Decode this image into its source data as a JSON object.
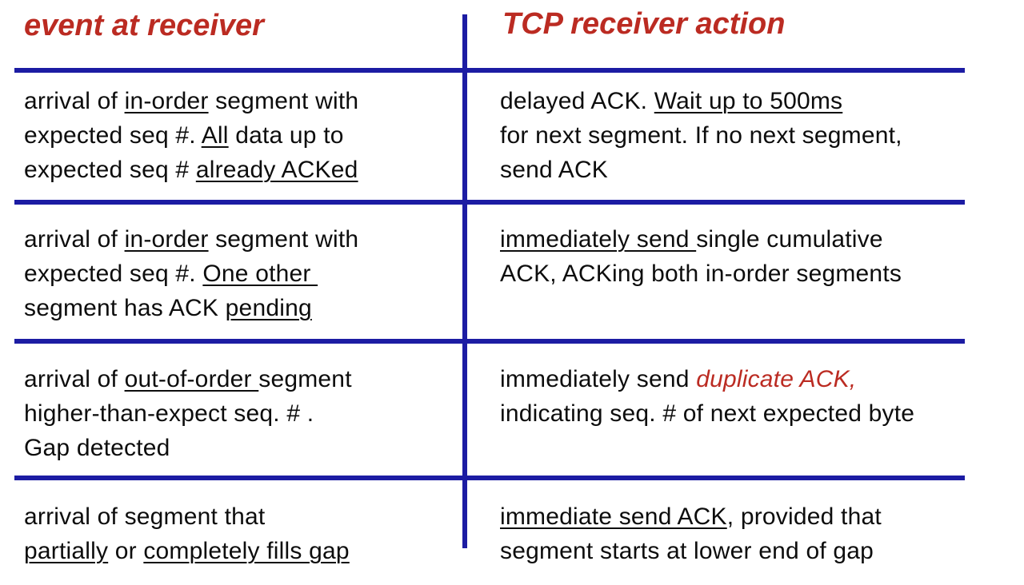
{
  "colors": {
    "accent_red": "#bb2b22",
    "line_blue": "#1c1ca3",
    "text_black": "#0d0d0d"
  },
  "headers": {
    "left": "event at receiver",
    "right": "TCP receiver action"
  },
  "rows": [
    {
      "event_lines": [
        [
          {
            "t": "arrival of "
          },
          {
            "t": "in-order",
            "s": "u"
          },
          {
            "t": " segment with"
          }
        ],
        [
          {
            "t": "expected seq #. "
          },
          {
            "t": "All",
            "s": "u"
          },
          {
            "t": " data up to"
          }
        ],
        [
          {
            "t": "expected seq # "
          },
          {
            "t": "already ACKed",
            "s": "u"
          }
        ]
      ],
      "action_lines": [
        [
          {
            "t": "delayed ACK. "
          },
          {
            "t": "Wait up to 500ms",
            "s": "u"
          }
        ],
        [
          {
            "t": "for next segment. If no next segment,"
          }
        ],
        [
          {
            "t": "send ACK"
          }
        ]
      ]
    },
    {
      "event_lines": [
        [
          {
            "t": "arrival of "
          },
          {
            "t": "in-order",
            "s": "u"
          },
          {
            "t": " segment with"
          }
        ],
        [
          {
            "t": "expected seq #. "
          },
          {
            "t": "One other ",
            "s": "u"
          }
        ],
        [
          {
            "t": "segment has ACK "
          },
          {
            "t": "pending",
            "s": "u"
          }
        ]
      ],
      "action_lines": [
        [
          {
            "t": "immediately send ",
            "s": "u"
          },
          {
            "t": "single cumulative"
          }
        ],
        [
          {
            "t": "ACK, ACKing both in-order segments"
          }
        ]
      ]
    },
    {
      "event_lines": [
        [
          {
            "t": "arrival of "
          },
          {
            "t": "out-of-order ",
            "s": "u"
          },
          {
            "t": "segment"
          }
        ],
        [
          {
            "t": "higher-than-expect seq. # ."
          }
        ],
        [
          {
            "t": "Gap detected"
          }
        ]
      ],
      "action_lines": [
        [
          {
            "t": "immediately send "
          },
          {
            "t": "duplicate ACK,",
            "s": "ri"
          }
        ],
        [
          {
            "t": "indicating seq. # of next expected byte"
          }
        ]
      ]
    },
    {
      "event_lines": [
        [
          {
            "t": "arrival of segment that"
          }
        ],
        [
          {
            "t": "partially",
            "s": "u"
          },
          {
            "t": " or "
          },
          {
            "t": "completely fills gap",
            "s": "u"
          }
        ]
      ],
      "action_lines": [
        [
          {
            "t": "immediate send ACK",
            "s": "u"
          },
          {
            "t": ", provided that"
          }
        ],
        [
          {
            "t": "segment starts at lower end of gap"
          }
        ]
      ]
    }
  ]
}
